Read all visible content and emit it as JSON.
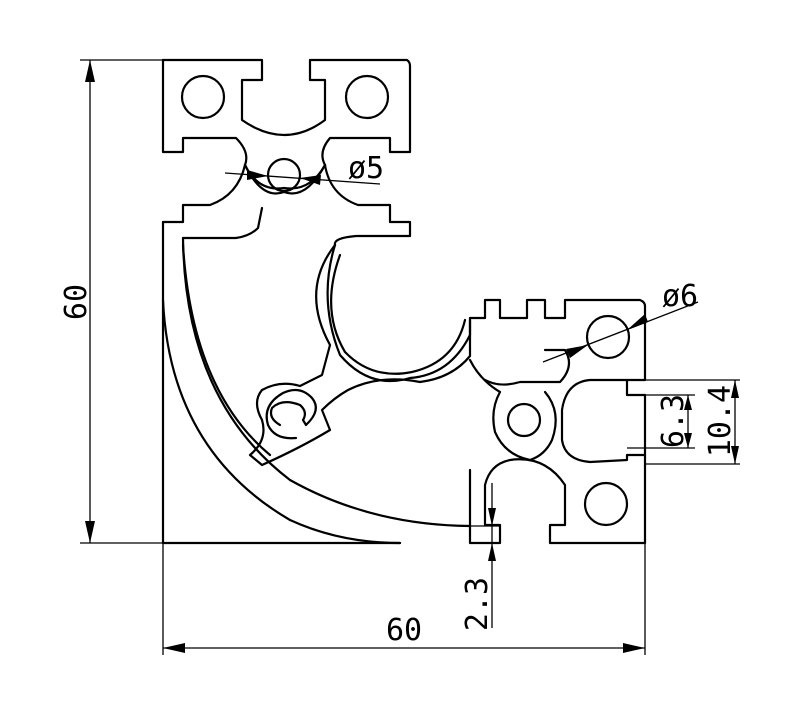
{
  "drawing": {
    "description_free": true,
    "dimensions": {
      "width": "60",
      "height": "60",
      "bore_small": "ø5",
      "bore_large": "ø6",
      "slot_inner": "6.3",
      "slot_outer": "10.4",
      "wall": "2.3"
    }
  }
}
